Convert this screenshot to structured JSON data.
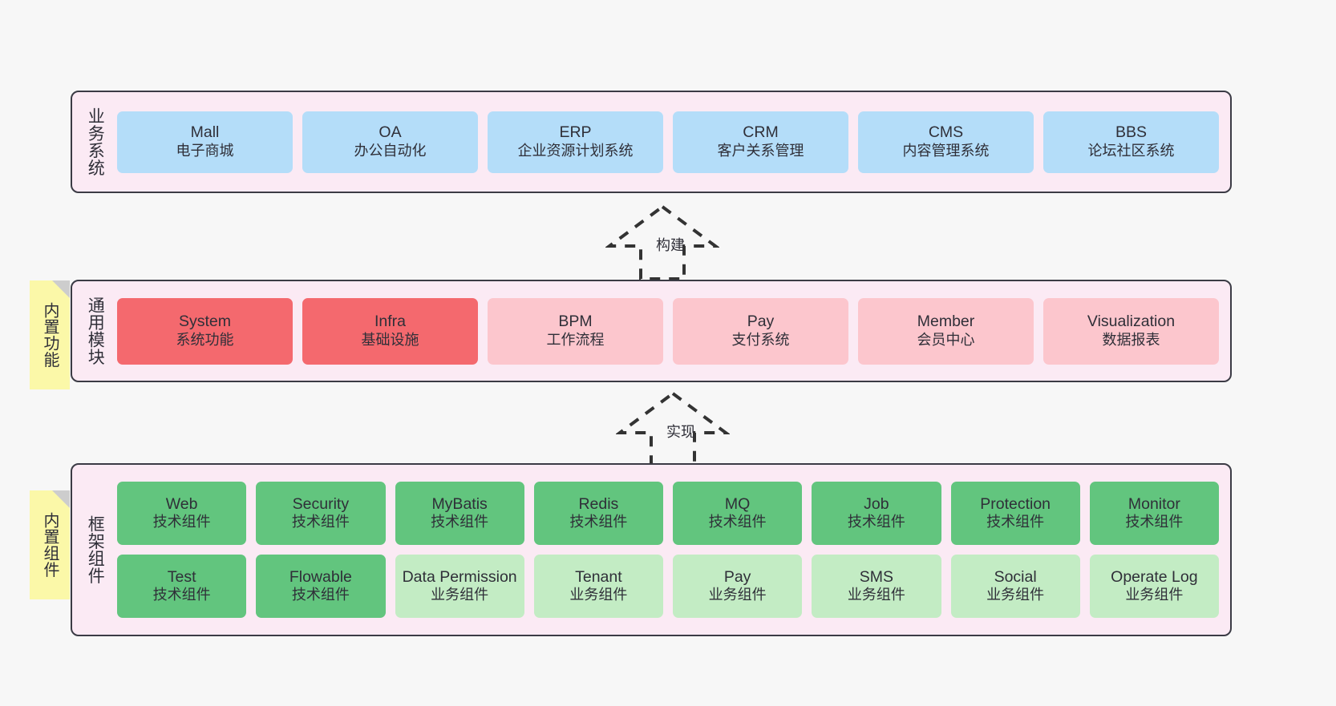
{
  "diagram": {
    "title": "Framework architecture layers",
    "colors": {
      "layer_background": "#fbeaf4",
      "layer_border": "#3b3b45",
      "business": "#b4ddf9",
      "module_core": "#f4696e",
      "module_optional": "#fcc6cd",
      "component_tech": "#62c57e",
      "component_business": "#c3ecc4",
      "note": "#fbf8a8",
      "canvas": "#f7f7f7"
    }
  },
  "layers": {
    "business": {
      "label": "业务系统",
      "nodes": [
        {
          "en": "Mall",
          "cn": "电子商城"
        },
        {
          "en": "OA",
          "cn": "办公自动化"
        },
        {
          "en": "ERP",
          "cn": "企业资源计划系统"
        },
        {
          "en": "CRM",
          "cn": "客户关系管理"
        },
        {
          "en": "CMS",
          "cn": "内容管理系统"
        },
        {
          "en": "BBS",
          "cn": "论坛社区系统"
        }
      ]
    },
    "modules": {
      "label": "通用模块",
      "nodes": [
        {
          "en": "System",
          "cn": "系统功能",
          "kind": "core"
        },
        {
          "en": "Infra",
          "cn": "基础设施",
          "kind": "core"
        },
        {
          "en": "BPM",
          "cn": "工作流程",
          "kind": "optional"
        },
        {
          "en": "Pay",
          "cn": "支付系统",
          "kind": "optional"
        },
        {
          "en": "Member",
          "cn": "会员中心",
          "kind": "optional"
        },
        {
          "en": "Visualization",
          "cn": "数据报表",
          "kind": "optional"
        }
      ]
    },
    "framework": {
      "label": "框架组件",
      "rows": [
        [
          {
            "en": "Web",
            "cn": "技术组件",
            "kind": "tech"
          },
          {
            "en": "Security",
            "cn": "技术组件",
            "kind": "tech"
          },
          {
            "en": "MyBatis",
            "cn": "技术组件",
            "kind": "tech"
          },
          {
            "en": "Redis",
            "cn": "技术组件",
            "kind": "tech"
          },
          {
            "en": "MQ",
            "cn": "技术组件",
            "kind": "tech"
          },
          {
            "en": "Job",
            "cn": "技术组件",
            "kind": "tech"
          },
          {
            "en": "Protection",
            "cn": "技术组件",
            "kind": "tech"
          },
          {
            "en": "Monitor",
            "cn": "技术组件",
            "kind": "tech"
          }
        ],
        [
          {
            "en": "Test",
            "cn": "技术组件",
            "kind": "tech"
          },
          {
            "en": "Flowable",
            "cn": "技术组件",
            "kind": "tech"
          },
          {
            "en": "Data Permission",
            "cn": "业务组件",
            "kind": "business"
          },
          {
            "en": "Tenant",
            "cn": "业务组件",
            "kind": "business"
          },
          {
            "en": "Pay",
            "cn": "业务组件",
            "kind": "business"
          },
          {
            "en": "SMS",
            "cn": "业务组件",
            "kind": "business"
          },
          {
            "en": "Social",
            "cn": "业务组件",
            "kind": "business"
          },
          {
            "en": "Operate Log",
            "cn": "业务组件",
            "kind": "business"
          }
        ]
      ]
    }
  },
  "notes": {
    "builtin_features": "内置功能",
    "builtin_components": "内置组件"
  },
  "connectors": {
    "build": "构建",
    "implement": "实现"
  }
}
